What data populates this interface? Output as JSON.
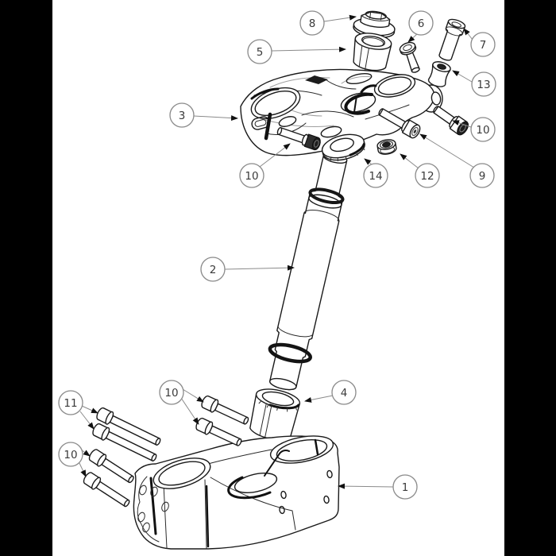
{
  "figure": {
    "kind": "exploded-parts-line-drawing",
    "colors": {
      "background": "#ffffff",
      "pillarbox": "#000000",
      "line": "#1a1a1a",
      "hidden_line": "#9e9e9e",
      "leader": "#8a8a8a",
      "balloon_stroke": "#8a8a8a",
      "balloon_text": "#3a3a3a",
      "arrowhead": "#111111"
    }
  },
  "callouts": [
    {
      "label": "1"
    },
    {
      "label": "2"
    },
    {
      "label": "3"
    },
    {
      "label": "4"
    },
    {
      "label": "5"
    },
    {
      "label": "6"
    },
    {
      "label": "7"
    },
    {
      "label": "8"
    },
    {
      "label": "9"
    },
    {
      "label": "10"
    },
    {
      "label": "10"
    },
    {
      "label": "10"
    },
    {
      "label": "10"
    },
    {
      "label": "11"
    },
    {
      "label": "12"
    },
    {
      "label": "13"
    },
    {
      "label": "14"
    }
  ]
}
